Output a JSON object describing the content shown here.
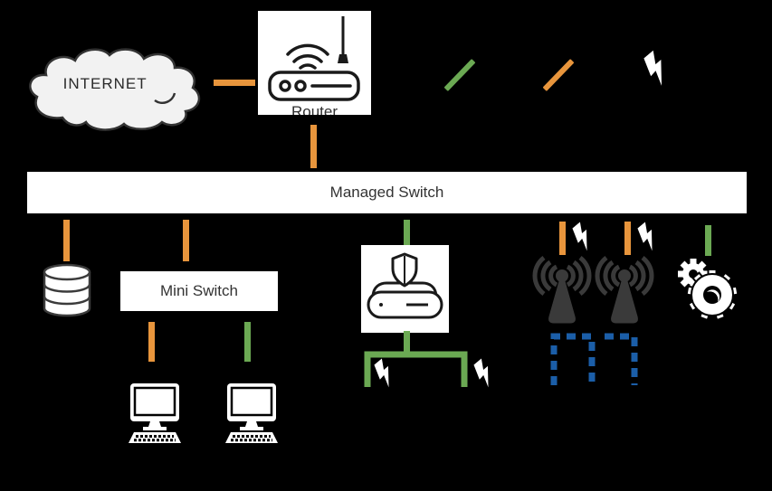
{
  "colors": {
    "background": "#000000",
    "orange": "#E8953C",
    "green": "#6BA953",
    "blue": "#1B5EA8",
    "ap_gray": "#3A3A3A",
    "cloud_fill": "#F2F2F2",
    "node_bg": "#FFFFFF",
    "label_text": "#333333"
  },
  "nodes": {
    "internet": {
      "label": "INTERNET",
      "icon": "cloud-icon"
    },
    "router": {
      "label": "Router",
      "icon": "wireless-router-icon"
    },
    "managed_switch": {
      "label": "Managed Switch"
    },
    "mini_switch": {
      "label": "Mini Switch"
    },
    "database": {
      "icon": "database-icon"
    },
    "firewall": {
      "icon": "firewall-appliance-icon"
    },
    "access_point_1": {
      "icon": "wireless-access-point-icon"
    },
    "access_point_2": {
      "icon": "wireless-access-point-icon"
    },
    "services": {
      "icon": "gears-icon"
    },
    "workstation_1": {
      "icon": "desktop-computer-icon"
    },
    "workstation_2": {
      "icon": "desktop-computer-icon"
    }
  },
  "legend": {
    "items": [
      {
        "name": "green-connection",
        "type": "diagonal-line",
        "color": "#6BA953"
      },
      {
        "name": "orange-connection",
        "type": "diagonal-line",
        "color": "#E8953C"
      },
      {
        "name": "wireless-connection",
        "type": "lightning-bolt",
        "color": "#FFFFFF"
      }
    ]
  },
  "connections": [
    {
      "from": "internet",
      "to": "router",
      "color": "orange"
    },
    {
      "from": "router",
      "to": "managed_switch",
      "color": "orange"
    },
    {
      "from": "managed_switch",
      "to": "database",
      "color": "orange"
    },
    {
      "from": "managed_switch",
      "to": "mini_switch",
      "color": "orange"
    },
    {
      "from": "managed_switch",
      "to": "firewall",
      "color": "green"
    },
    {
      "from": "managed_switch",
      "to": "access_point_1",
      "color": "orange"
    },
    {
      "from": "managed_switch",
      "to": "access_point_2",
      "color": "orange"
    },
    {
      "from": "managed_switch",
      "to": "services",
      "color": "green"
    },
    {
      "from": "mini_switch",
      "to": "workstation_1",
      "color": "orange"
    },
    {
      "from": "mini_switch",
      "to": "workstation_2",
      "color": "green"
    },
    {
      "from": "firewall",
      "to": "wireless-clients-bracket",
      "color": "green"
    },
    {
      "from": "access_point_1",
      "to": "wireless-zone-1",
      "color": "blue-dashed"
    },
    {
      "from": "access_point_2",
      "to": "wireless-zone-2",
      "color": "blue-dashed"
    }
  ]
}
